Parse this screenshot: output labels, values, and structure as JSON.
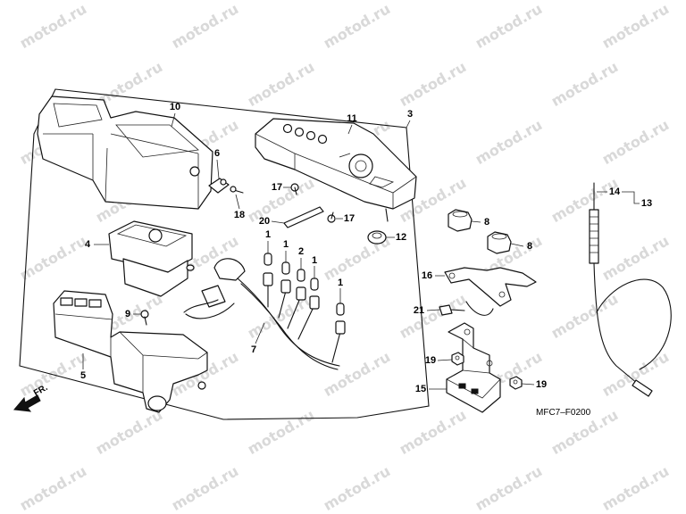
{
  "callouts": [
    "10",
    "6",
    "18",
    "11",
    "3",
    "17",
    "20",
    "17",
    "12",
    "8",
    "8",
    "14",
    "13",
    "4",
    "1",
    "1",
    "2",
    "1",
    "1",
    "16",
    "9",
    "7",
    "21",
    "19",
    "19",
    "15",
    "5"
  ],
  "direction_label": "FR.",
  "diagram_code": "MFC7–F0200",
  "watermark": "motod.ru"
}
